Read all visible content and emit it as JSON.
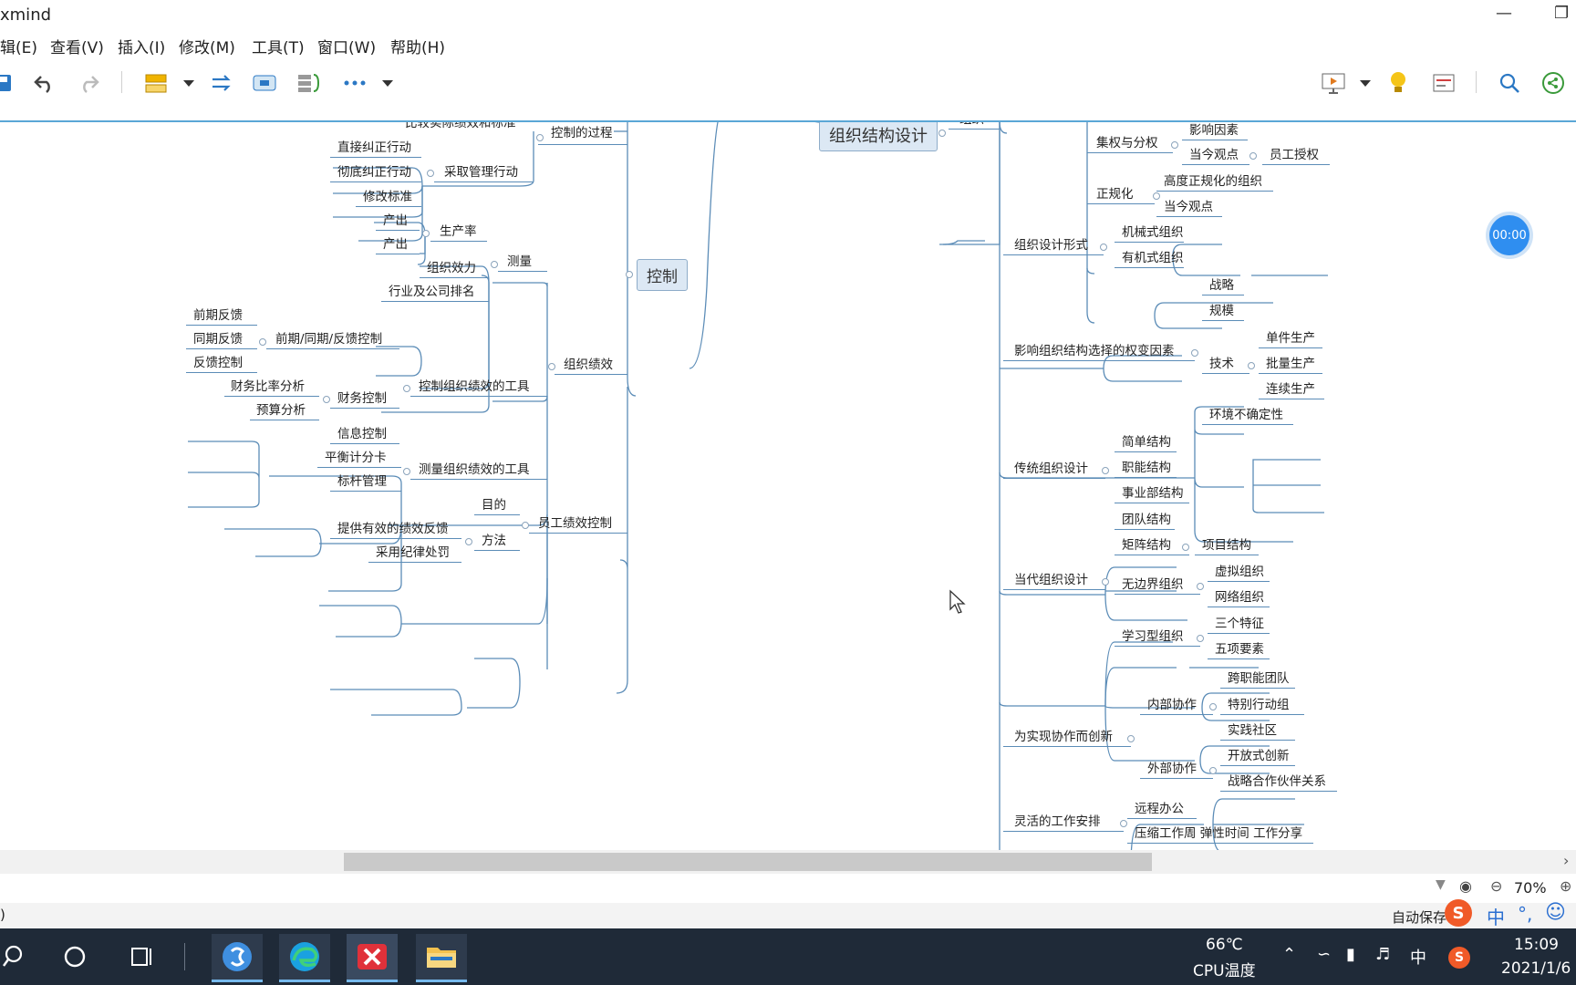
{
  "app": {
    "title": "xmind"
  },
  "menu": [
    "辑(E)",
    "查看(V)",
    "插入(I)",
    "修改(M)",
    "工具(T)",
    "窗口(W)",
    "帮助(H)"
  ],
  "colors": {
    "accent": "#5aa7d6",
    "line": "#5b8cb7",
    "node_fill": "#dce8f4",
    "timer": "#2f8ef0",
    "taskbar": "#1f2a38"
  },
  "timer": "00:00",
  "zoom": "70%",
  "status": {
    "left": ")",
    "autosave": "自动保存"
  },
  "tray": {
    "temp": "66℃",
    "temp_label": "CPU温度",
    "ime": "中",
    "time": "15:09",
    "date": "2021/1/6"
  },
  "map": {
    "central": "组织结构设计",
    "control": "控制",
    "zuzhi": "组织",
    "left": {
      "process": "控制的过程",
      "process_child_partial": "比较实际绩效和标准",
      "take_action": "采取管理行动",
      "direct": "直接纠正行动",
      "thorough": "彻底纠正行动",
      "revise": "修改标准",
      "org_perf": "组织绩效",
      "measure": "测量",
      "productivity": "生产率",
      "output1": "产出",
      "output2": "产出",
      "org_eff": "组织效力",
      "ranking": "行业及公司排名",
      "tools_control": "控制组织绩效的工具",
      "feed": "前期/同期/反馈控制",
      "pre": "前期反馈",
      "conc": "同期反馈",
      "fb": "反馈控制",
      "fin": "财务控制",
      "ratio": "财务比率分析",
      "budget": "预算分析",
      "info": "信息控制",
      "tools_measure": "测量组织绩效的工具",
      "bsc": "平衡计分卡",
      "bench": "标杆管理",
      "emp": "员工绩效控制",
      "purpose": "目的",
      "method": "方法",
      "effective": "提供有效的绩效反馈",
      "discipline": "采用纪律处罚"
    },
    "right": {
      "centralize": "集权与分权",
      "influence": "影响因素",
      "today1": "当今观点",
      "empower": "员工授权",
      "formal": "正规化",
      "high_formal": "高度正规化的组织",
      "today2": "当今观点",
      "design_form": "组织设计形式",
      "mech": "机械式组织",
      "organic": "有机式组织",
      "contingency": "影响组织结构选择的权变因素",
      "strategy": "战略",
      "scale": "规模",
      "tech": "技术",
      "unit": "单件生产",
      "mass": "批量生产",
      "cont": "连续生产",
      "env": "环境不确定性",
      "traditional": "传统组织设计",
      "simple": "简单结构",
      "functional": "职能结构",
      "divisional": "事业部结构",
      "contemporary": "当代组织设计",
      "team": "团队结构",
      "matrix": "矩阵结构",
      "project": "项目结构",
      "boundaryless": "无边界组织",
      "virtual": "虚拟组织",
      "network": "网络组织",
      "learning": "学习型组织",
      "three": "三个特征",
      "five": "五项要素",
      "collab": "为实现协作而创新",
      "internal": "内部协作",
      "cross": "跨职能团队",
      "task": "特别行动组",
      "practice": "实践社区",
      "external": "外部协作",
      "open": "开放式创新",
      "partner": "战略合作伙伴关系",
      "flexible": "灵活的工作安排",
      "remote": "远程办公",
      "compressed": "压缩工作周 弹性时间 工作分享"
    }
  }
}
